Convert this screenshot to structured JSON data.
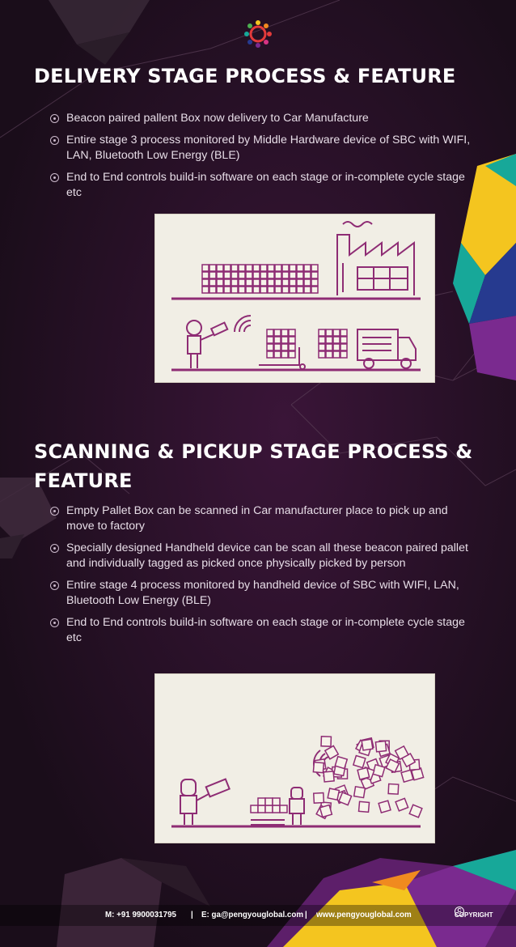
{
  "section1": {
    "title": "DELIVERY STAGE PROCESS & FEATURE",
    "bullets": [
      "Beacon paired pallent Box now delivery to Car Manufacture",
      "Entire stage 3 process monitored by Middle Hardware device of SBC with WIFI, LAN, Bluetooth Low Energy (BLE)",
      "End to End controls build-in software on each stage or in-complete cycle stage etc"
    ]
  },
  "section2": {
    "title": "SCANNING & PICKUP STAGE PROCESS & FEATURE",
    "bullets": [
      "Empty Pallet Box can be scanned in Car manufacturer place to pick up and move to factory",
      "Specially designed Handheld device can be scan all these beacon paired pallet and individually tagged as picked once physically picked by person",
      "Entire stage 4 process monitored by handheld device of SBC with WIFI, LAN, Bluetooth Low Energy (BLE)",
      "End to End controls build-in software on each stage or in-complete cycle stage etc"
    ]
  },
  "footer": {
    "phone": "M: +91 9900031795",
    "sep1": "|",
    "email": "E: ga@pengyouglobal.com",
    "sep2": "|",
    "website": "www.pengyouglobal.com",
    "copyright": "COPYRIGHT"
  },
  "icons": {
    "logo": "colorful-gear-logo-icon",
    "bullet": "circle-bullet-icon",
    "copyright": "copyright-icon"
  },
  "colors": {
    "background": "#1c0e1c",
    "illustration_stroke": "#8e2c74",
    "illustration_bg": "#f1eee5",
    "accent_yellow": "#f4c51f",
    "accent_teal": "#17a899",
    "accent_purple": "#7a2a8f"
  }
}
